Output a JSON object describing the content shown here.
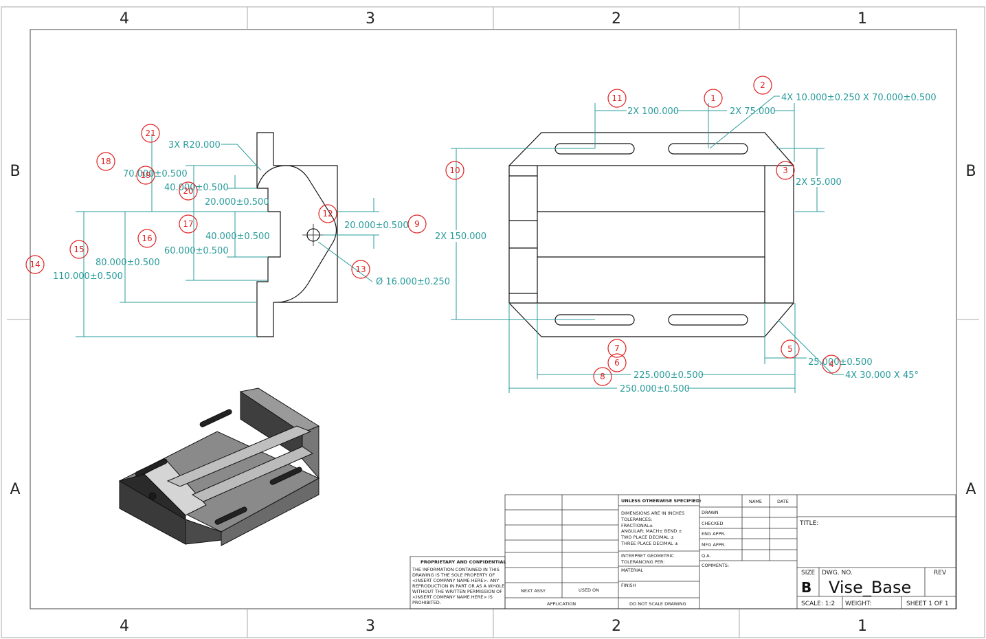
{
  "zones": {
    "columns": [
      "4",
      "3",
      "2",
      "1"
    ],
    "rows": [
      "B",
      "A"
    ]
  },
  "dimensions": {
    "fillet": "3X R20.000",
    "d70": "70.000±0.500",
    "d40a": "40.000±0.500",
    "d20a": "20.000±0.500",
    "d20b": "20.000±0.500",
    "d40b": "40.000±0.500",
    "d60": "60.000±0.500",
    "d80": "80.000±0.500",
    "d110": "110.000±0.500",
    "hole": "Ø 16.000±0.250",
    "slot_spacing": "2X 100.000",
    "slot_offset": "2X 75.000",
    "slot_size": "4X 10.000±0.250 X 70.000±0.500",
    "height150": "2X 150.000",
    "d55": "2X 55.000",
    "d25": "25.000±0.500",
    "chamfer": "4X 30.000  X 45°",
    "d225": "225.000±0.500",
    "d250": "250.000±0.500"
  },
  "balloons": [
    "1",
    "2",
    "3",
    "4",
    "5",
    "6",
    "7",
    "8",
    "9",
    "10",
    "11",
    "12",
    "13",
    "14",
    "15",
    "16",
    "17",
    "18",
    "19",
    "20",
    "21"
  ],
  "title_block": {
    "proprietary_title": "PROPRIETARY AND CONFIDENTIAL",
    "proprietary_text": [
      "THE INFORMATION CONTAINED IN THIS",
      "DRAWING IS THE SOLE PROPERTY OF",
      "<INSERT COMPANY NAME HERE>. ANY",
      "REPRODUCTION IN PART OR AS A WHOLE",
      "WITHOUT THE WRITTEN PERMISSION OF",
      "<INSERT COMPANY NAME HERE> IS",
      "PROHIBITED."
    ],
    "next_assy": "NEXT ASSY",
    "used_on": "USED ON",
    "application": "APPLICATION",
    "unless": "UNLESS OTHERWISE SPECIFIED:",
    "spec_lines": [
      "DIMENSIONS ARE IN INCHES",
      "TOLERANCES:",
      "FRACTIONAL±",
      "ANGULAR: MACH±   BEND ±",
      "TWO PLACE DECIMAL   ±",
      "THREE PLACE DECIMAL  ±"
    ],
    "interpret": [
      "INTERPRET GEOMETRIC",
      "TOLERANCING PER:"
    ],
    "material": "MATERIAL",
    "finish": "FINISH",
    "do_not_scale": "DO NOT SCALE DRAWING",
    "name": "NAME",
    "date": "DATE",
    "roles": [
      "DRAWN",
      "CHECKED",
      "ENG APPR.",
      "MFG APPR.",
      "Q.A."
    ],
    "comments": "COMMENTS:",
    "title_label": "TITLE:",
    "size_label": "SIZE",
    "size": "B",
    "dwg_no_label": "DWG.  NO.",
    "dwg_no": "Vise_Base",
    "rev": "REV",
    "scale": "SCALE: 1:2",
    "weight": "WEIGHT:",
    "sheet": "SHEET 1 OF 1"
  },
  "colors": {
    "dimension": "#2a9b9b",
    "balloon": "#e02020",
    "geometry": "#111111"
  }
}
